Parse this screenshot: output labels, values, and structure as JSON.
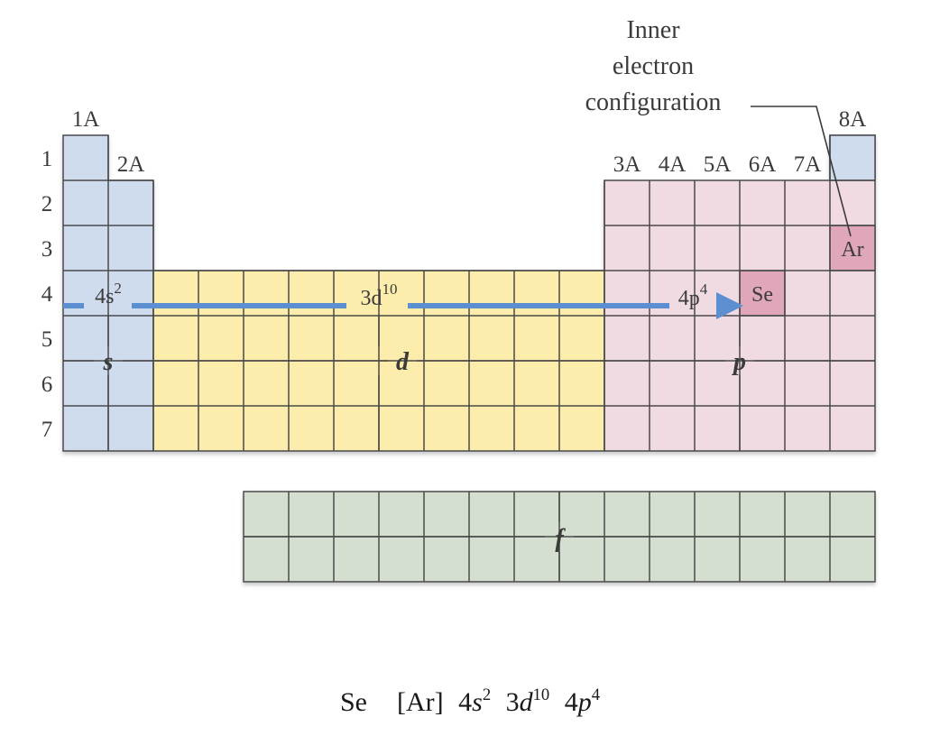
{
  "diagram": {
    "groups": [
      "1A",
      "2A",
      "3A",
      "4A",
      "5A",
      "6A",
      "7A",
      "8A"
    ],
    "periods": [
      "1",
      "2",
      "3",
      "4",
      "5",
      "6",
      "7"
    ],
    "blocks": {
      "s": "s",
      "d": "d",
      "p": "p",
      "f": "f"
    },
    "configuration_labels": {
      "s": {
        "base": "4s",
        "sup": "2"
      },
      "d": {
        "base": "3d",
        "sup": "10"
      },
      "p": {
        "base": "4p",
        "sup": "4"
      }
    },
    "elements": {
      "argon": "Ar",
      "selenium": "Se"
    },
    "annotation": [
      "Inner",
      "electron",
      "configuration"
    ],
    "colors": {
      "s_block": "#cfdced",
      "d_block": "#fcedac",
      "p_block": "#f1dbe3",
      "f_block": "#d5dfcf",
      "highlight": "#e0a6b9",
      "arrow": "#5b8fd2",
      "grid": "#4a4a4a"
    }
  },
  "caption": {
    "element": "Se",
    "core": "[Ar]",
    "terms": [
      {
        "n": "4",
        "l": "s",
        "e": "2"
      },
      {
        "n": "3",
        "l": "d",
        "e": "10"
      },
      {
        "n": "4",
        "l": "p",
        "e": "4"
      }
    ]
  }
}
